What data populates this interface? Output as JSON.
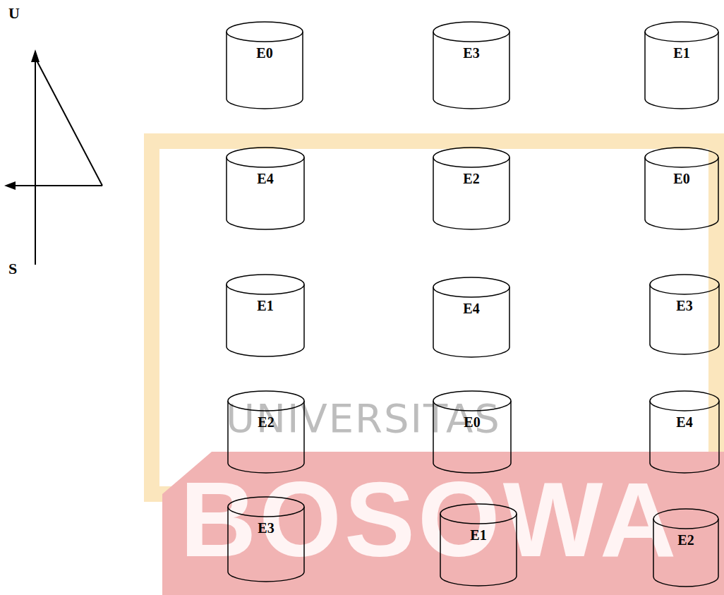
{
  "diagram": {
    "nodes": [
      {
        "text": [
          "E0"
        ]
      },
      {
        "text": [
          "E3"
        ]
      },
      {
        "text": [
          "E1"
        ]
      },
      {
        "text": [
          "E4"
        ]
      },
      {
        "text": [
          "E2"
        ]
      },
      {
        "text": [
          "E0"
        ]
      },
      {
        "text": [
          "E1"
        ]
      },
      {
        "text": [
          "E4"
        ]
      },
      {
        "text": [
          "E3"
        ]
      },
      {
        "text": [
          "E2"
        ]
      },
      {
        "text": [
          "E0"
        ]
      },
      {
        "text": [
          "E4"
        ]
      },
      {
        "text": [
          "E3"
        ]
      },
      {
        "text": [
          "E1"
        ]
      },
      {
        "text": [
          "E2"
        ]
      }
    ],
    "labels": [
      "U",
      "S",
      "UNIVERSITAS",
      "BOSOWA"
    ]
  }
}
